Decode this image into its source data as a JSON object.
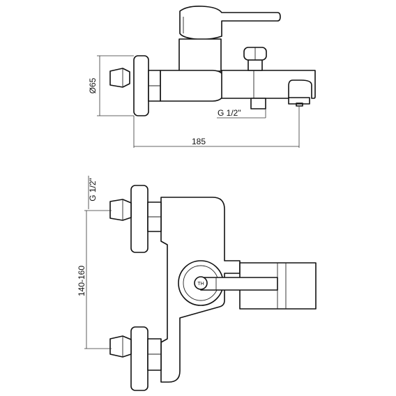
{
  "dimensions": {
    "diameter_label": "Ø65",
    "thread_label_side": "G 1/2\"",
    "width_label": "185",
    "thread_label_top": "G 1/2\"",
    "centers_label": "140-160"
  },
  "handle_marking": "TH"
}
